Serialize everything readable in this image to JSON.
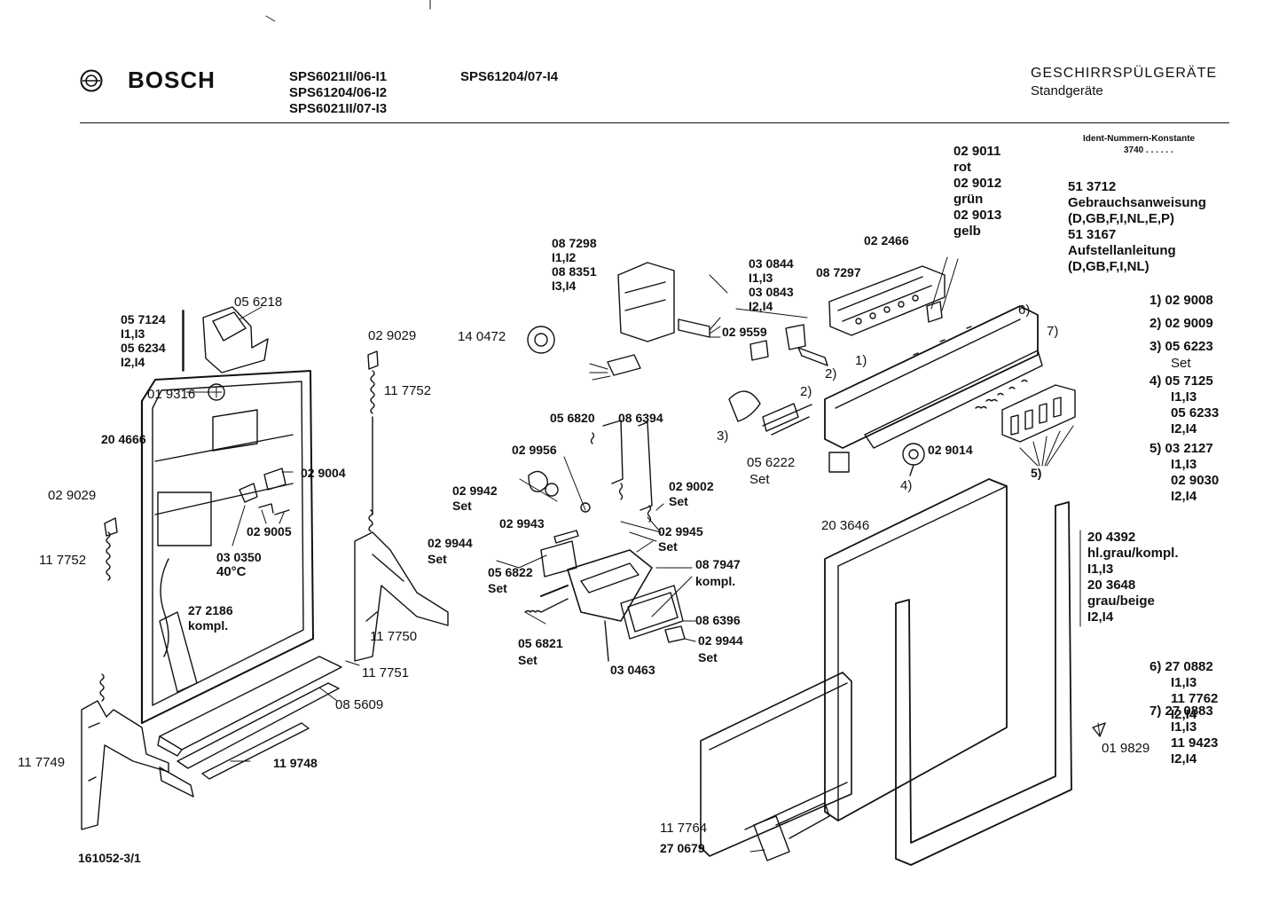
{
  "header": {
    "brand": "BOSCH",
    "models_col1": [
      "SPS6021II/06-I1",
      "SPS61204/06-I2",
      "SPS6021II/07-I3"
    ],
    "models_col2": "SPS61204/07-I4",
    "category": "GESCHIRRSPÜLGERÄTE",
    "subcategory": "Standgeräte"
  },
  "ident": {
    "title": "Ident-Nummern-Konstante",
    "value": "3740  . .  . . . ."
  },
  "docs": [
    "51 3712",
    "Gebrauchsanweisung",
    "(D,GB,F,I,NL,E,P)",
    "51 3167",
    "Aufstellanleitung",
    "(D,GB,F,I,NL)"
  ],
  "footnotes": [
    {
      "num": "1)",
      "lines": [
        "02 9008"
      ]
    },
    {
      "num": "2)",
      "lines": [
        "02 9009"
      ]
    },
    {
      "num": "3)",
      "lines": [
        "05 6223",
        "Set"
      ]
    },
    {
      "num": "4)",
      "lines": [
        "05 7125",
        "I1,I3",
        "05 6233",
        "I2,I4"
      ]
    },
    {
      "num": "5)",
      "lines": [
        "03 2127",
        "I1,I3",
        "02 9030",
        "I2,I4"
      ]
    },
    {
      "num": "6)",
      "lines": [
        "27 0882",
        "I1,I3",
        "11 7762",
        "I2,I4"
      ]
    },
    {
      "num": "7)",
      "lines": [
        "27 0883",
        "I1,I3",
        "11 9423",
        "I2,I4"
      ]
    }
  ],
  "panel_group": [
    "20 4392",
    "hl.grau/kompl.",
    "I1,I3",
    "20 3648",
    "grau/beige",
    "I2,I4"
  ],
  "color_wires": [
    "02 9011",
    "rot",
    "02 9012",
    "grün",
    "02 9013",
    "gelb"
  ],
  "labels": {
    "l_057124": "05 7124",
    "l_057124v": "I1,I3",
    "l_056234": "05 6234",
    "l_056234v": "I2,I4",
    "l_056218": "05 6218",
    "l_019316": "01 9316",
    "l_204666": "20 4666",
    "l_029004": "02 9004",
    "l_029005": "02 9005",
    "l_030350": "03 0350",
    "l_030350t": "40°C",
    "l_029029a": "02 9029",
    "l_117752a": "11 7752",
    "l_029029b": "02 9029",
    "l_117752b": "11 7752",
    "l_272186": "27 2186",
    "l_272186k": "kompl.",
    "l_117749": "11 7749",
    "l_117750": "11 7750",
    "l_117751": "11 7751",
    "l_085609": "08 5609",
    "l_119748": "11 9748",
    "l_drawing": "161052-3/1",
    "l_087298": "08 7298",
    "l_087298v": "I1,I2",
    "l_088351": "08 8351",
    "l_088351v": "I3,I4",
    "l_140472": "14 0472",
    "l_030844": "03 0844",
    "l_030844v": "I1,I3",
    "l_030843": "03 0843",
    "l_030843v": "I2,I4",
    "l_087297": "08 7297",
    "l_022466": "02 2466",
    "l_029559": "02 9559",
    "l_056820": "05 6820",
    "l_086394": "08 6394",
    "l_029956": "02 9956",
    "l_029942": "02 9942",
    "l_029942s": "Set",
    "l_029002": "02 9002",
    "l_029002s": "Set",
    "l_029943": "02 9943",
    "l_029944a": "02 9944",
    "l_029944as": "Set",
    "l_029945": "02 9945",
    "l_029945s": "Set",
    "l_056822": "05 6822",
    "l_056822s": "Set",
    "l_087947": "08 7947",
    "l_087947k": "kompl.",
    "l_086396": "08 6396",
    "l_056821": "05 6821",
    "l_056821s": "Set",
    "l_030463": "03 0463",
    "l_029944b": "02 9944",
    "l_029944bs": "Set",
    "l_056222": "05 6222",
    "l_056222s": "Set",
    "l_029014": "02 9014",
    "l_203646": "20 3646",
    "l_117764": "11 7764",
    "l_270679": "27 0679",
    "l_019829": "01 9829",
    "m1": "1)",
    "m2": "2)",
    "m3": "3)",
    "m4": "4)",
    "m5": "5)",
    "m6": "6)",
    "m7": "7)"
  }
}
